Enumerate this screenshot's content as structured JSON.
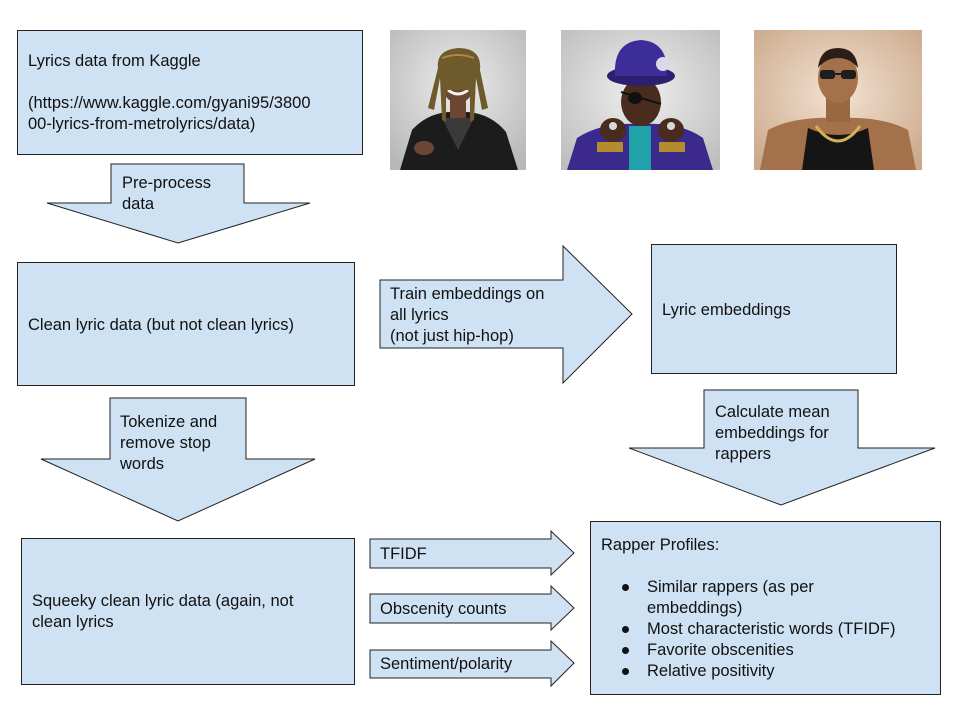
{
  "boxes": {
    "lyrics_source": {
      "line1": "Lyrics data from Kaggle",
      "url_line1": "(https://www.kaggle.com/gyani95/3800",
      "url_line2": "00-lyrics-from-metrolyrics/data)"
    },
    "clean_lyric_data": "Clean lyric data (but not clean lyrics)",
    "lyric_embeddings": "Lyric embeddings",
    "squeeky_clean": {
      "line1": "Squeeky clean lyric data (again, not",
      "line2": "clean lyrics"
    },
    "rapper_profiles": {
      "title": "Rapper Profiles:",
      "items": [
        {
          "line1": "Similar rappers (as per",
          "line2": "embeddings)"
        },
        {
          "line1": "Most characteristic words (TFIDF)"
        },
        {
          "line1": "Favorite obscenities"
        },
        {
          "line1": "Relative positivity"
        }
      ]
    }
  },
  "arrows": {
    "preprocess": [
      "Pre-process",
      "data"
    ],
    "train_embeddings": [
      "Train embeddings on",
      "all lyrics",
      "(not just hip-hop)"
    ],
    "tokenize": [
      "Tokenize and",
      "remove stop",
      "words"
    ],
    "mean_embeddings": [
      "Calculate mean",
      "embeddings for",
      "rappers"
    ],
    "tfidf": "TFIDF",
    "obscenity": "Obscenity counts",
    "sentiment": "Sentiment/polarity"
  },
  "photos": [
    {
      "name": "rapper-photo-dreadlocks",
      "bg": "#d8d8d8",
      "skin": "#6b4632",
      "clothing": "#1c1c1c"
    },
    {
      "name": "rapper-photo-purple-hat",
      "bg": "#d4d4d4",
      "skin": "#4a2c1e",
      "clothing": "#3b2a8c"
    },
    {
      "name": "rapper-photo-tank-top",
      "bg": "#e4cbb4",
      "skin": "#a5714b",
      "clothing": "#151515"
    }
  ],
  "colors": {
    "box_fill": "#cfe2f3",
    "outline": "#222222"
  }
}
